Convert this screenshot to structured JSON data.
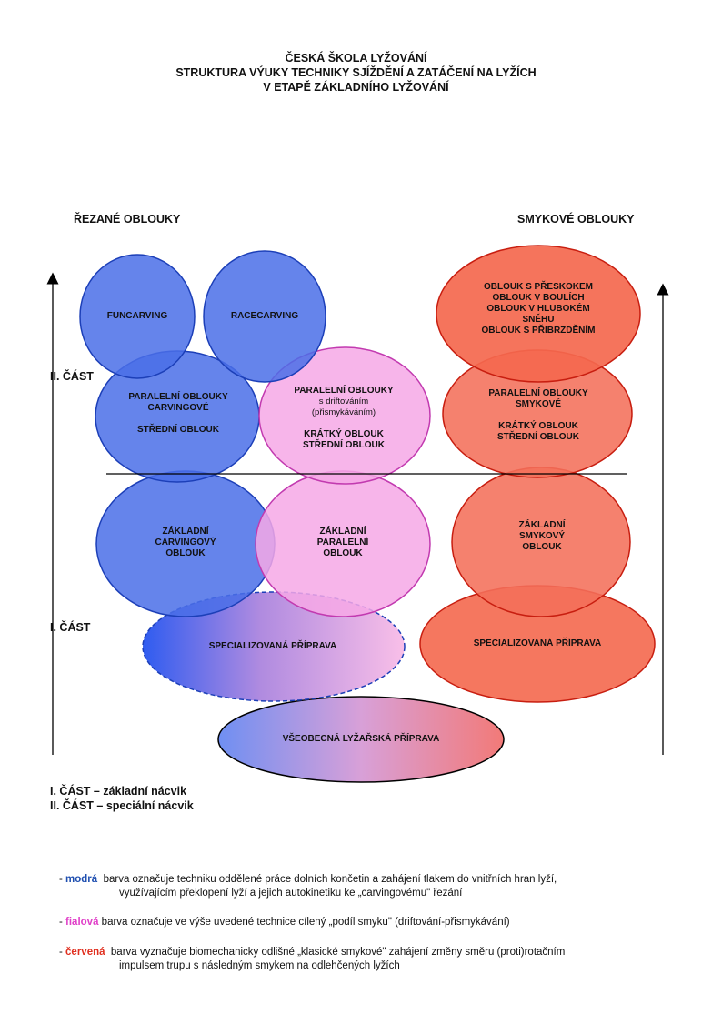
{
  "title": {
    "line1": "ČESKÁ ŠKOLA LYŽOVÁNÍ",
    "line2": "STRUKTURA VÝUKY TECHNIKY SJÍŽDĚNÍ A ZATÁČENÍ NA LYŽÍCH",
    "line3": "V ETAPĚ ZÁKLADNÍHO LYŽOVÁNÍ"
  },
  "left_header": "ŘEZANÉ OBLOUKY",
  "right_header": "SMYKOVÉ OBLOUKY",
  "part2_label": "II. ČÁST",
  "part1_label": "I. ČÁST",
  "ellipses": {
    "funcarving": [
      "FUNCARVING"
    ],
    "racecarving": [
      "RACECARVING"
    ],
    "blue_upper": [
      "PARALELNÍ OBLOUKY",
      "CARVINGOVÉ",
      "",
      "STŘEDNÍ OBLOUK"
    ],
    "pink_upper": [
      "PARALELNÍ OBLOUKY",
      "s driftováním",
      "(přismykáváním)",
      "",
      "KRÁTKÝ OBLOUK",
      "STŘEDNÍ OBLOUK"
    ],
    "red_top": [
      "OBLOUK S PŘESKOKEM",
      "OBLOUK V BOULÍCH",
      "OBLOUK V HLUBOKÉM",
      "SNĚHU",
      "OBLOUK S PŘIBRZDĚNÍM"
    ],
    "red_upper": [
      "PARALELNÍ OBLOUKY",
      "SMYKOVÉ",
      "",
      "KRÁTKÝ OBLOUK",
      "STŘEDNÍ OBLOUK"
    ],
    "blue_lower": [
      "ZÁKLADNÍ",
      "CARVINGOVÝ",
      "OBLOUK"
    ],
    "pink_lower": [
      "ZÁKLADNÍ",
      "PARALELNÍ",
      "OBLOUK"
    ],
    "red_lower": [
      "ZÁKLADNÍ",
      "SMYKOVÝ",
      "OBLOUK"
    ],
    "spec_left": [
      "SPECIALIZOVANÁ PŘÍPRAVA"
    ],
    "spec_right": [
      "SPECIALIZOVANÁ PŘÍPRAVA"
    ],
    "general": [
      "VŠEOBECNÁ LYŽAŘSKÁ PŘÍPRAVA"
    ]
  },
  "parts_legend": {
    "line1": "I. ČÁST – základní nácvik",
    "line2": "II. ČÁST – speciální nácvik"
  },
  "color_legend": [
    {
      "dash": "- ",
      "word": "modrá",
      "color": "#1f4fb0",
      "line1": "barva označuje techniku oddělené práce dolních končetin a zahájení tlakem do vnitřních hran lyží,",
      "line2": "využívajícím překlopení lyží a jejich autokinetiku ke „carvingovému\" řezání"
    },
    {
      "dash": "- ",
      "word": "fialová",
      "color": "#e040c8",
      "line1": "barva označuje ve výše uvedené technice cílený „podíl smyku\" (driftování-přismykávání)",
      "line2": ""
    },
    {
      "dash": "- ",
      "word": "červená",
      "color": "#e03020",
      "line1": "barva vyznačuje biomechanicky odlišné „klasické smykové\" zahájení změny směru (proti)rotačním",
      "line2": "impulsem trupu s následným smykem na odlehčených lyžích"
    }
  ],
  "colors": {
    "blue_fill": "#4a6ee8",
    "blue_stroke": "#1c3fb8",
    "pink_fill": "#f6a8e6",
    "pink_stroke": "#c23ab0",
    "red_fill": "#f4705a",
    "red_stroke": "#c81e10"
  }
}
